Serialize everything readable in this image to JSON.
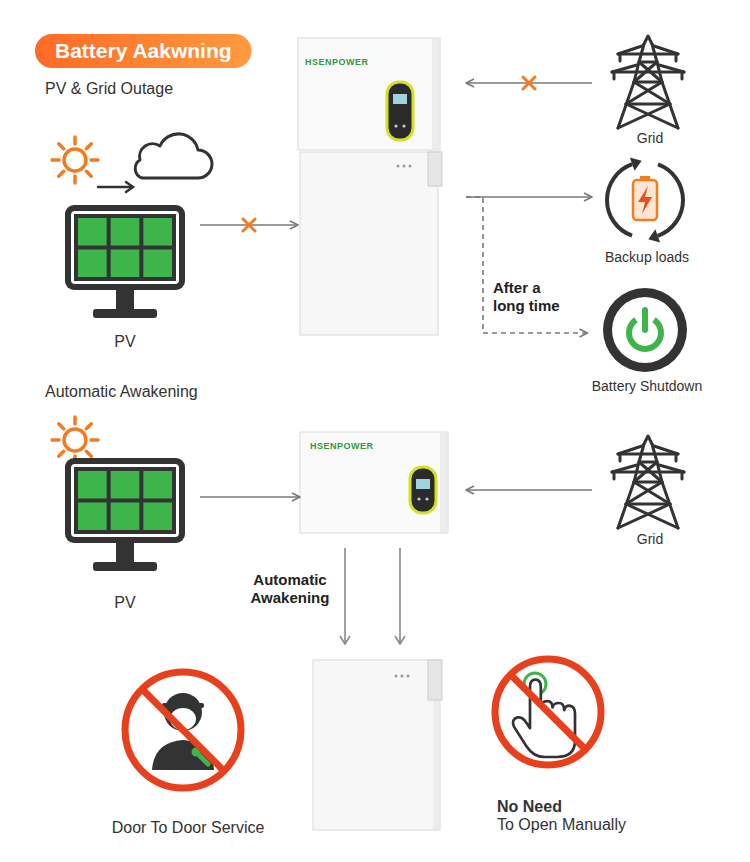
{
  "diagram": {
    "title": "Battery Aakwning",
    "nodes": [
      {
        "text": [
          "PV"
        ]
      },
      {
        "text": [
          "HSENPOWER"
        ]
      },
      {
        "text": [
          "Grid"
        ]
      },
      {
        "text": [
          "Backup loads"
        ]
      },
      {
        "text": [
          "Battery Shutdown"
        ]
      },
      {
        "text": [
          "PV"
        ]
      },
      {
        "text": [
          "HSENPOWER"
        ]
      },
      {
        "text": [
          "Grid"
        ]
      },
      {
        "text": [
          "Door To Door Service"
        ]
      },
      {
        "text": [
          "No Need",
          "To Open Manually"
        ]
      }
    ],
    "edges": [
      {
        "from": 2,
        "to": 1,
        "arrow": "to"
      },
      {
        "from": 0,
        "to": 1,
        "arrow": "to"
      },
      {
        "from": 1,
        "to": 3,
        "arrow": "to"
      },
      {
        "from": 1,
        "to": 4,
        "label": "After a long time",
        "arrow": "to"
      },
      {
        "from": 5,
        "to": 6,
        "arrow": "to"
      },
      {
        "from": 7,
        "to": 6,
        "arrow": "to"
      }
    ],
    "labels": [
      "PV & Grid Outage",
      "Automatic Awakening",
      "Automatic Awakening"
    ]
  }
}
